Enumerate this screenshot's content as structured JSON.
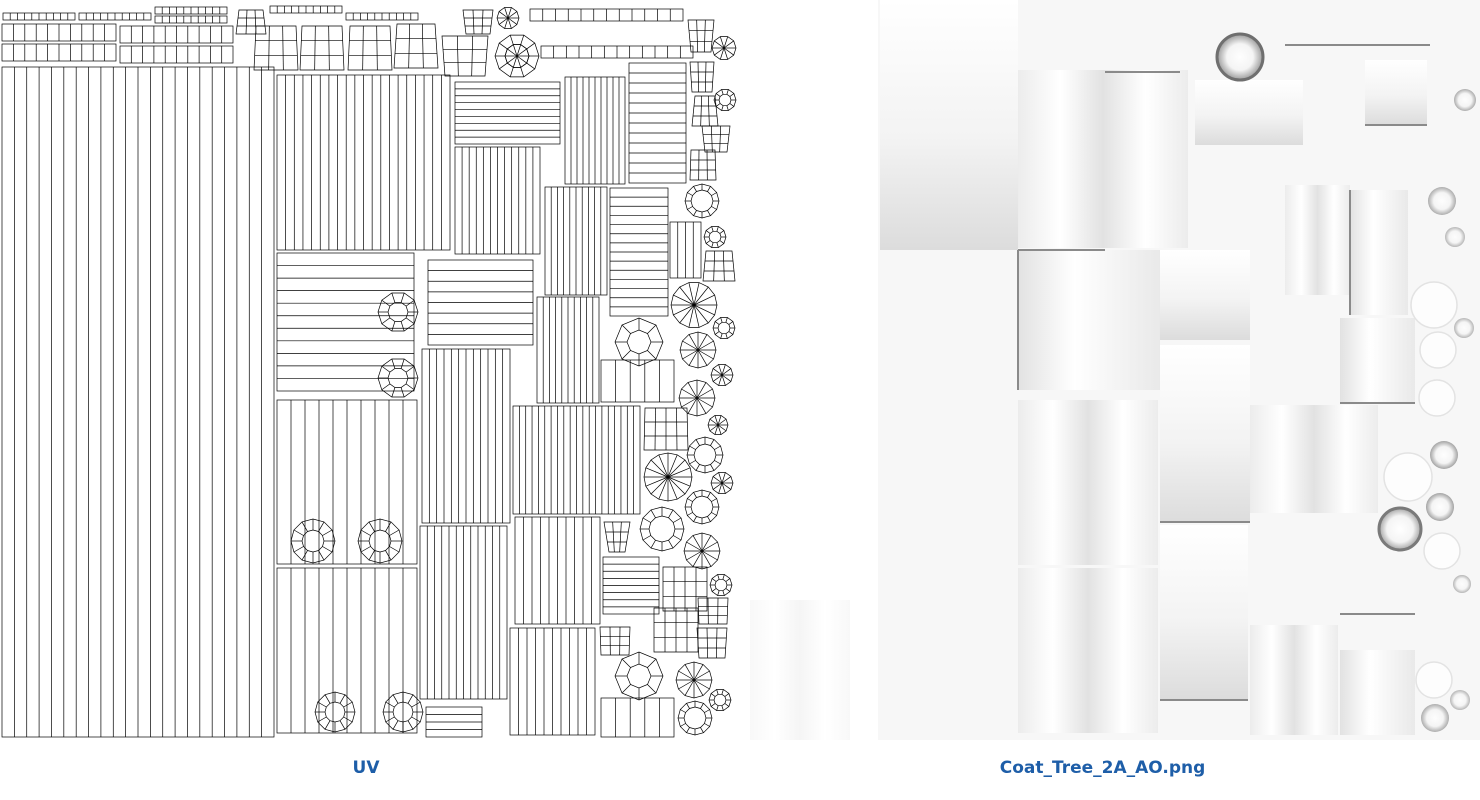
{
  "panels": {
    "uv": {
      "caption": "UV",
      "icon": "uv-wireframe-map",
      "line_color": "#000000",
      "background": "#ffffff"
    },
    "ao": {
      "caption": "Coat_Tree_2A_AO.png",
      "icon": "ambient-occlusion-texture",
      "background": "#ffffff",
      "shade_color": "#c8c8c8"
    }
  },
  "style": {
    "caption_color": "#1e5ea8"
  }
}
